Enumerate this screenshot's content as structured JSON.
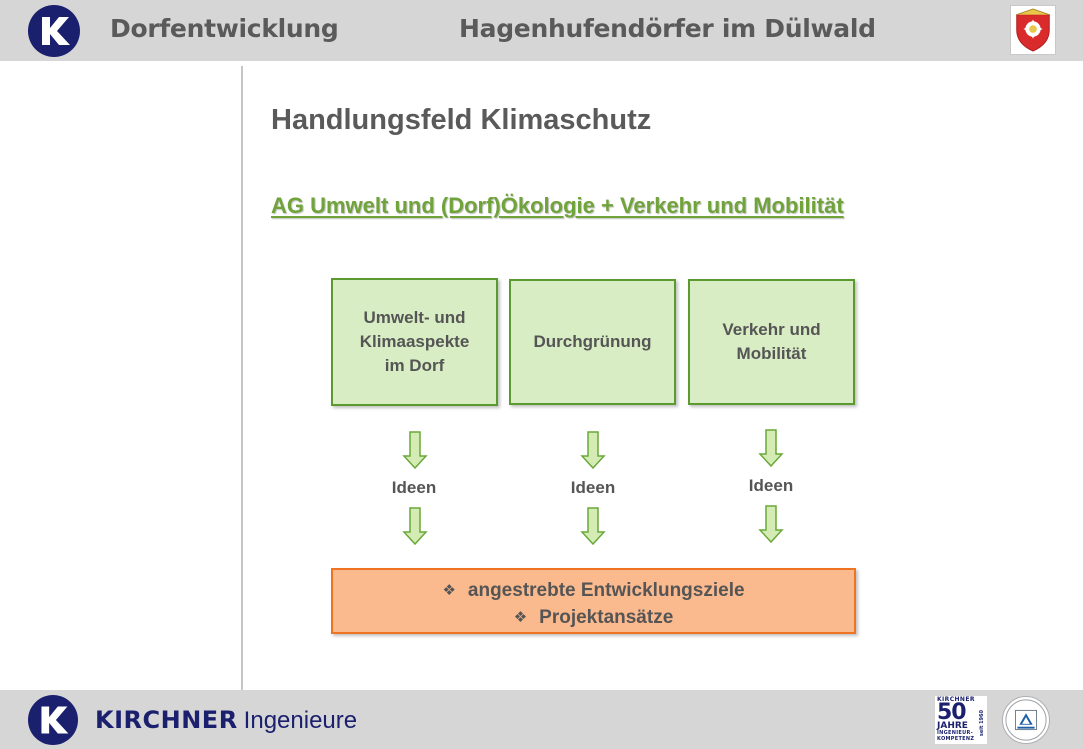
{
  "header": {
    "title_left": "Dorfentwicklung",
    "title_right": "Hagenhufendörfer im Dülwald",
    "logo_icon": "kirchner-k-logo",
    "crest_icon": "coat-of-arms-icon"
  },
  "main": {
    "title": "Handlungsfeld Klimaschutz",
    "subtitle": "AG Umwelt und (Dorf)Ökologie + Verkehr und Mobilität",
    "boxes": [
      {
        "lines": [
          "Umwelt- und",
          "Klimaaspekte",
          "im Dorf"
        ]
      },
      {
        "lines": [
          "Durchgrünung"
        ]
      },
      {
        "lines": [
          "Verkehr und",
          "Mobilität"
        ]
      }
    ],
    "ideas_label": "Ideen",
    "goals": [
      "angestrebte Entwicklungsziele",
      "Projektansätze"
    ],
    "bullet_glyph": "❖"
  },
  "footer": {
    "brand_bold": "KIRCHNER",
    "brand_thin": "Ingenieure",
    "badge": {
      "top": "KIRCHNER",
      "number": "50",
      "years": "JAHRE",
      "since": "seit 1960",
      "sub1": "INGENIEUR-",
      "sub2": "KOMPETENZ"
    },
    "cert_icon": "tuv-certification-seal"
  },
  "colors": {
    "header_bg": "#d6d6d6",
    "brand_navy": "#1a1f6e",
    "green_fill": "#d8edc4",
    "green_border": "#5b9a2e",
    "green_text": "#70a33a",
    "orange_fill": "#fbb98e",
    "orange_border": "#ee7422",
    "text_gray": "#555555"
  }
}
